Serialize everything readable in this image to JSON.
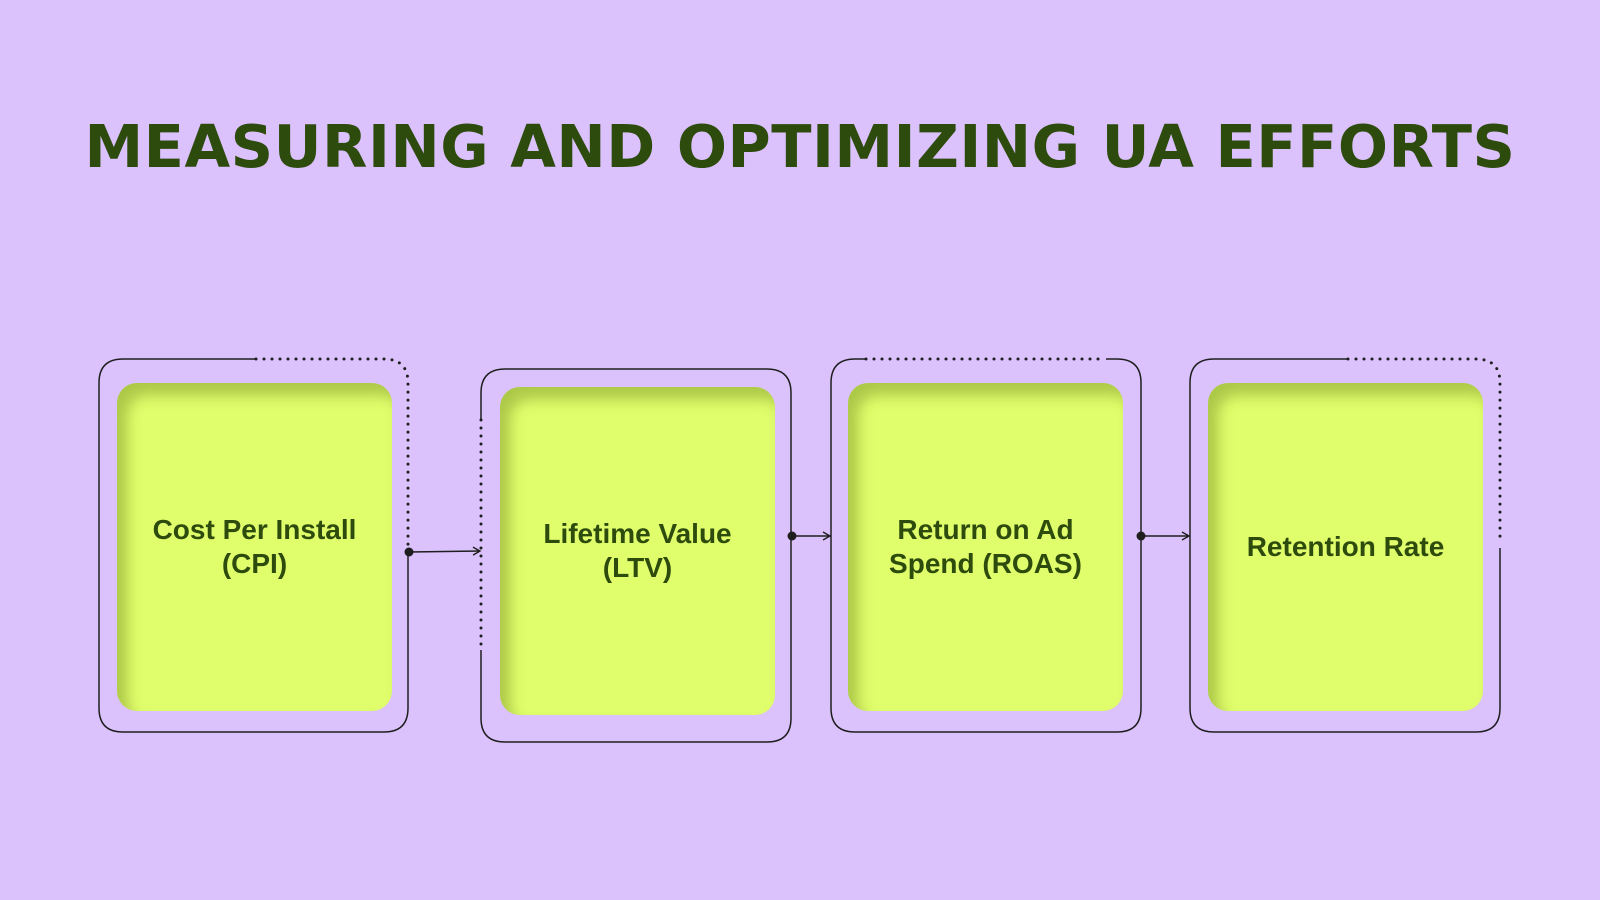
{
  "title": "MEASURING AND OPTIMIZING UA EFFORTS",
  "colors": {
    "background": "#dcc2fd",
    "card_fill": "#e0fd6b",
    "text": "#2e4b0e",
    "line": "#1e1e1e"
  },
  "steps": [
    {
      "line1": "Cost Per Install",
      "line2": "(CPI)"
    },
    {
      "line1": "Lifetime Value",
      "line2": "(LTV)"
    },
    {
      "line1": "Return on Ad",
      "line2": "Spend (ROAS)"
    },
    {
      "line1": "Retention Rate",
      "line2": ""
    }
  ]
}
